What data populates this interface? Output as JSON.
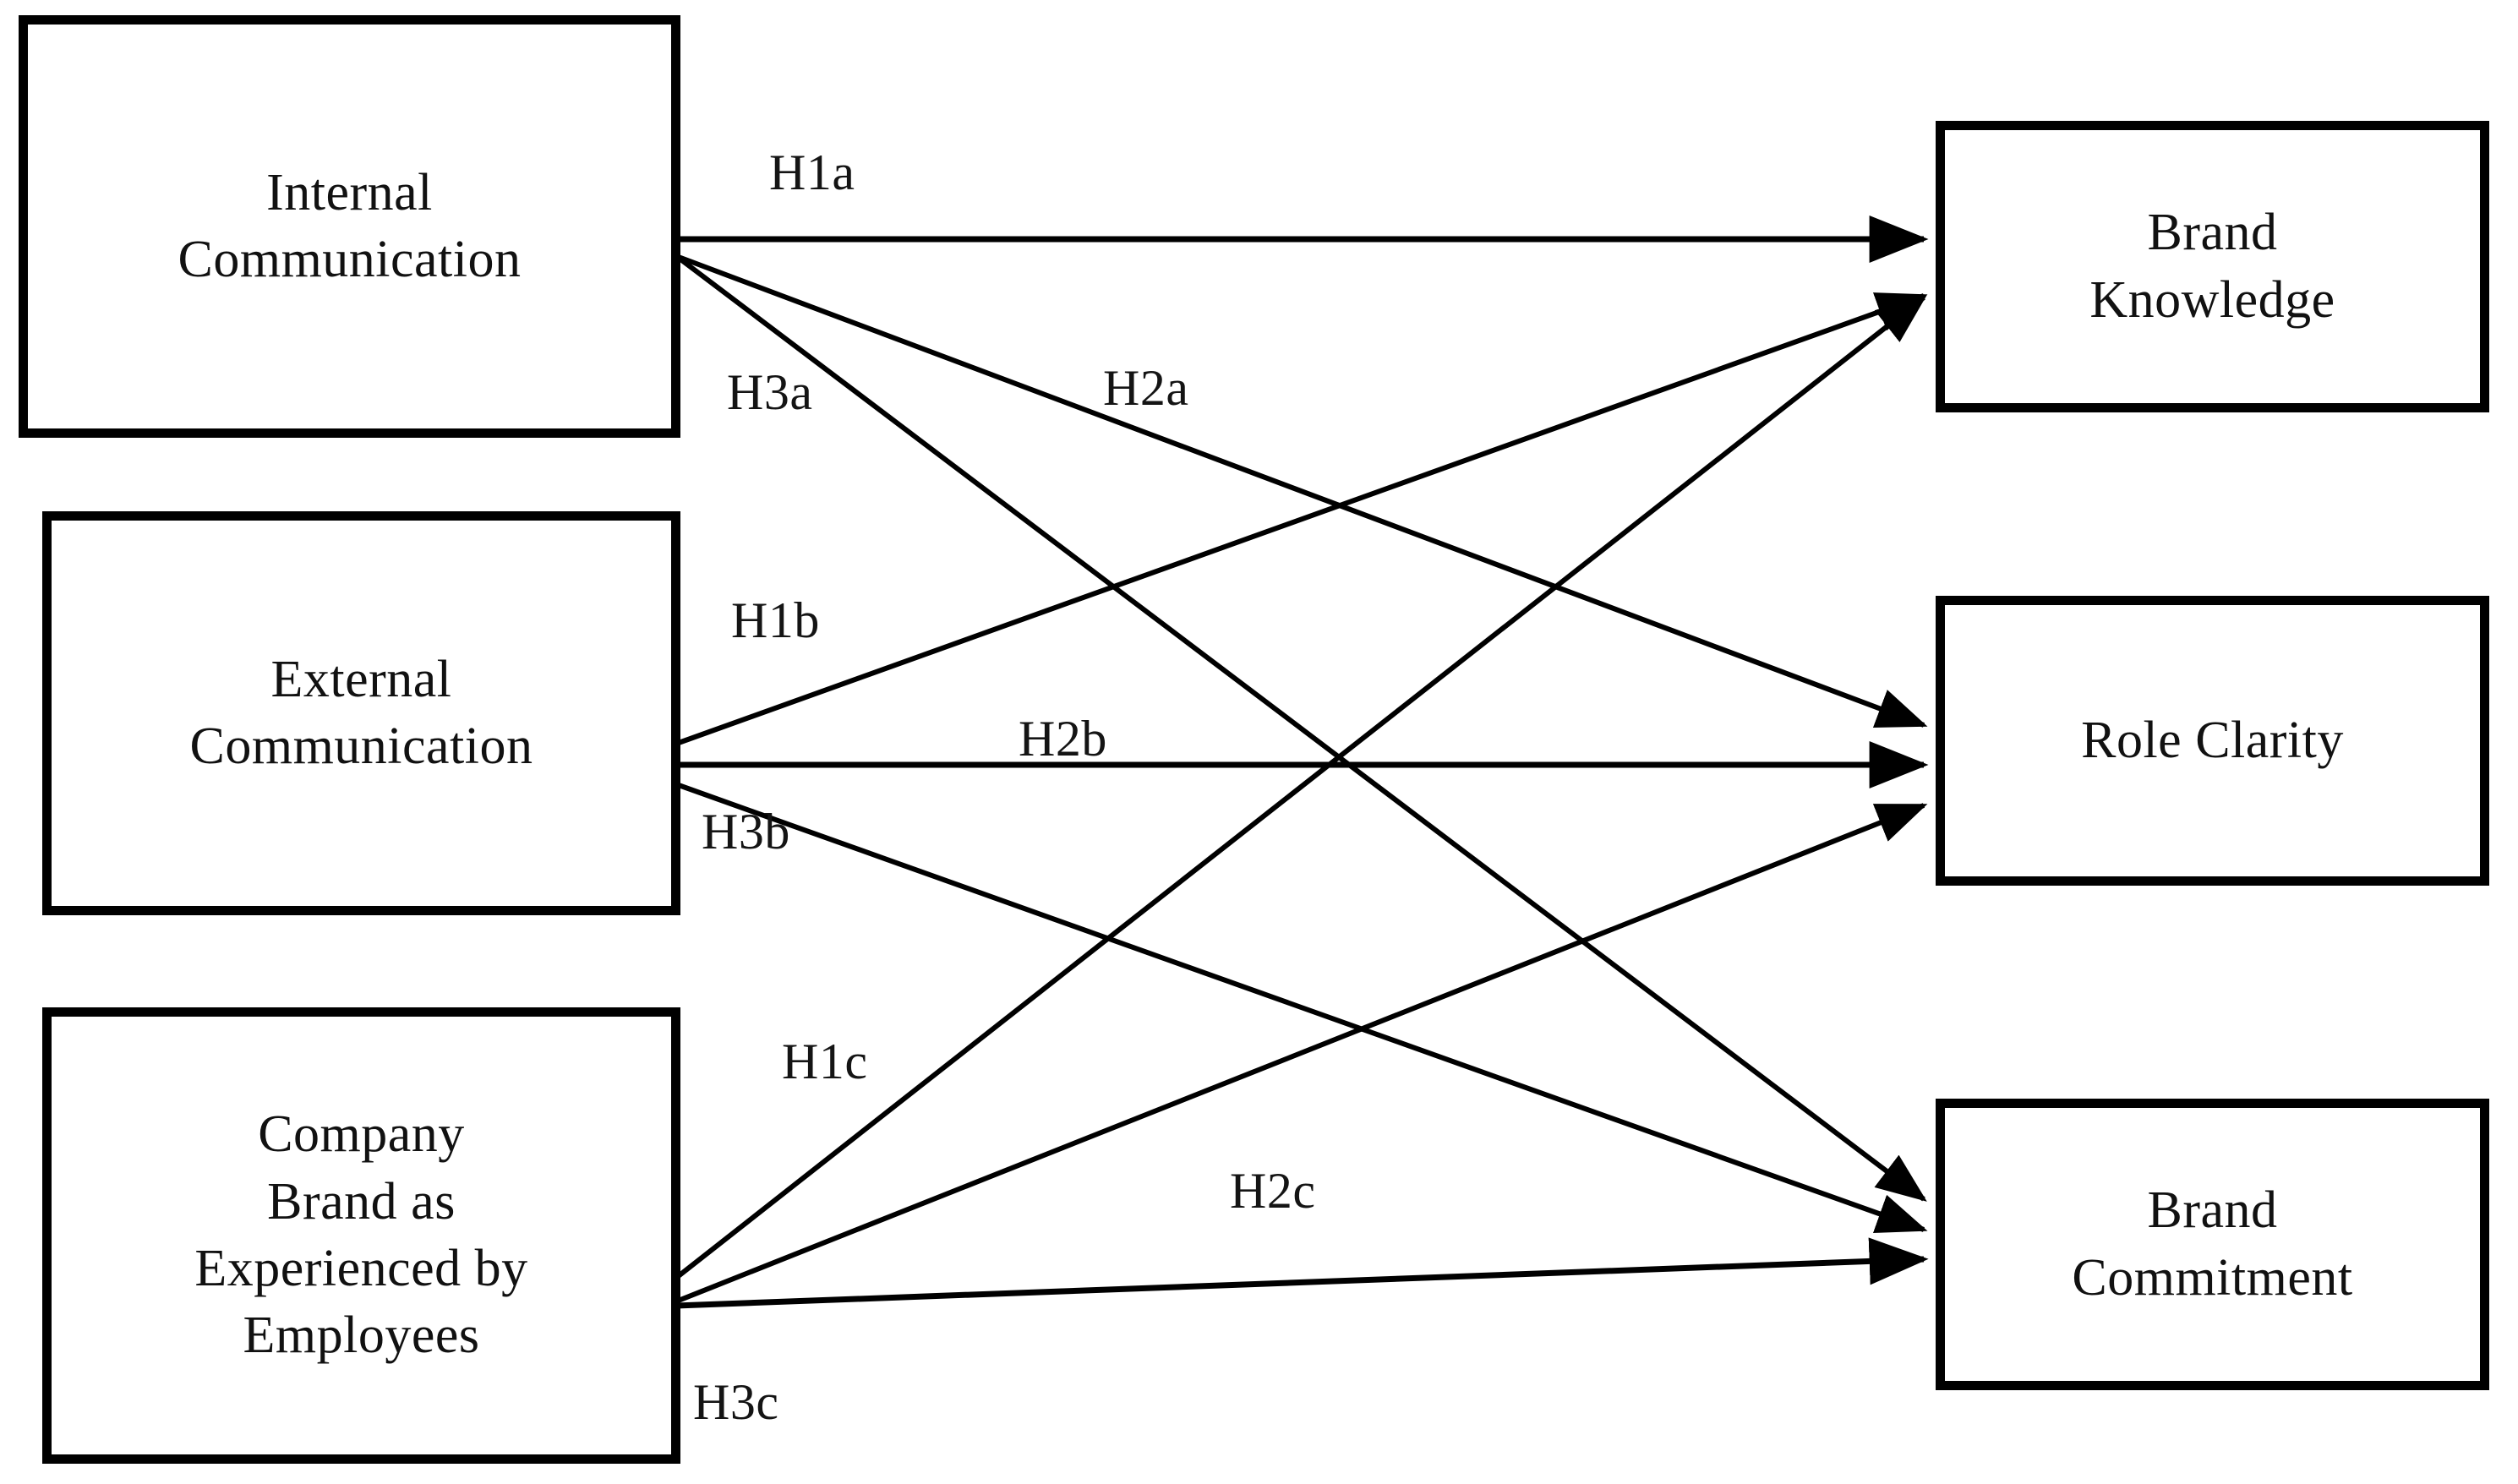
{
  "diagram": {
    "title": "Conceptual research model",
    "type": "path-model",
    "line_color": "#000000",
    "box_border_color": "#000000",
    "background_color": "#ffffff",
    "text_color": "#141414"
  },
  "antecedents": [
    {
      "id": "internal-communication",
      "lines": [
        "Internal",
        "Communication"
      ],
      "line1": "Internal",
      "line2": "Communication"
    },
    {
      "id": "external-communication",
      "lines": [
        "External",
        "Communication"
      ],
      "line1": "External",
      "line2": "Communication"
    },
    {
      "id": "company-brand-experienced",
      "lines": [
        "Company",
        "Brand as",
        "Experienced by",
        "Employees"
      ],
      "line1": "Company",
      "line2": "Brand as",
      "line3": "Experienced by",
      "line4": "Employees"
    }
  ],
  "outcomes": [
    {
      "id": "brand-knowledge",
      "lines": [
        "Brand",
        "Knowledge"
      ],
      "line1": "Brand",
      "line2": "Knowledge"
    },
    {
      "id": "role-clarity",
      "lines": [
        "Role Clarity"
      ],
      "line1": "Role Clarity"
    },
    {
      "id": "brand-commitment",
      "lines": [
        "Brand",
        "Commitment"
      ],
      "line1": "Brand",
      "line2": "Commitment"
    }
  ],
  "hypotheses": [
    {
      "id": "h1a",
      "label": "H1a",
      "from": "internal-communication",
      "to": "brand-knowledge"
    },
    {
      "id": "h2a",
      "label": "H2a",
      "from": "internal-communication",
      "to": "role-clarity"
    },
    {
      "id": "h3a",
      "label": "H3a",
      "from": "internal-communication",
      "to": "brand-commitment"
    },
    {
      "id": "h1b",
      "label": "H1b",
      "from": "external-communication",
      "to": "brand-knowledge"
    },
    {
      "id": "h2b",
      "label": "H2b",
      "from": "external-communication",
      "to": "role-clarity"
    },
    {
      "id": "h3b",
      "label": "H3b",
      "from": "external-communication",
      "to": "brand-commitment"
    },
    {
      "id": "h1c",
      "label": "H1c",
      "from": "company-brand-experienced",
      "to": "brand-knowledge"
    },
    {
      "id": "h2c",
      "label": "H2c",
      "from": "company-brand-experienced",
      "to": "role-clarity"
    },
    {
      "id": "h3c",
      "label": "H3c",
      "from": "company-brand-experienced",
      "to": "brand-commitment"
    }
  ]
}
